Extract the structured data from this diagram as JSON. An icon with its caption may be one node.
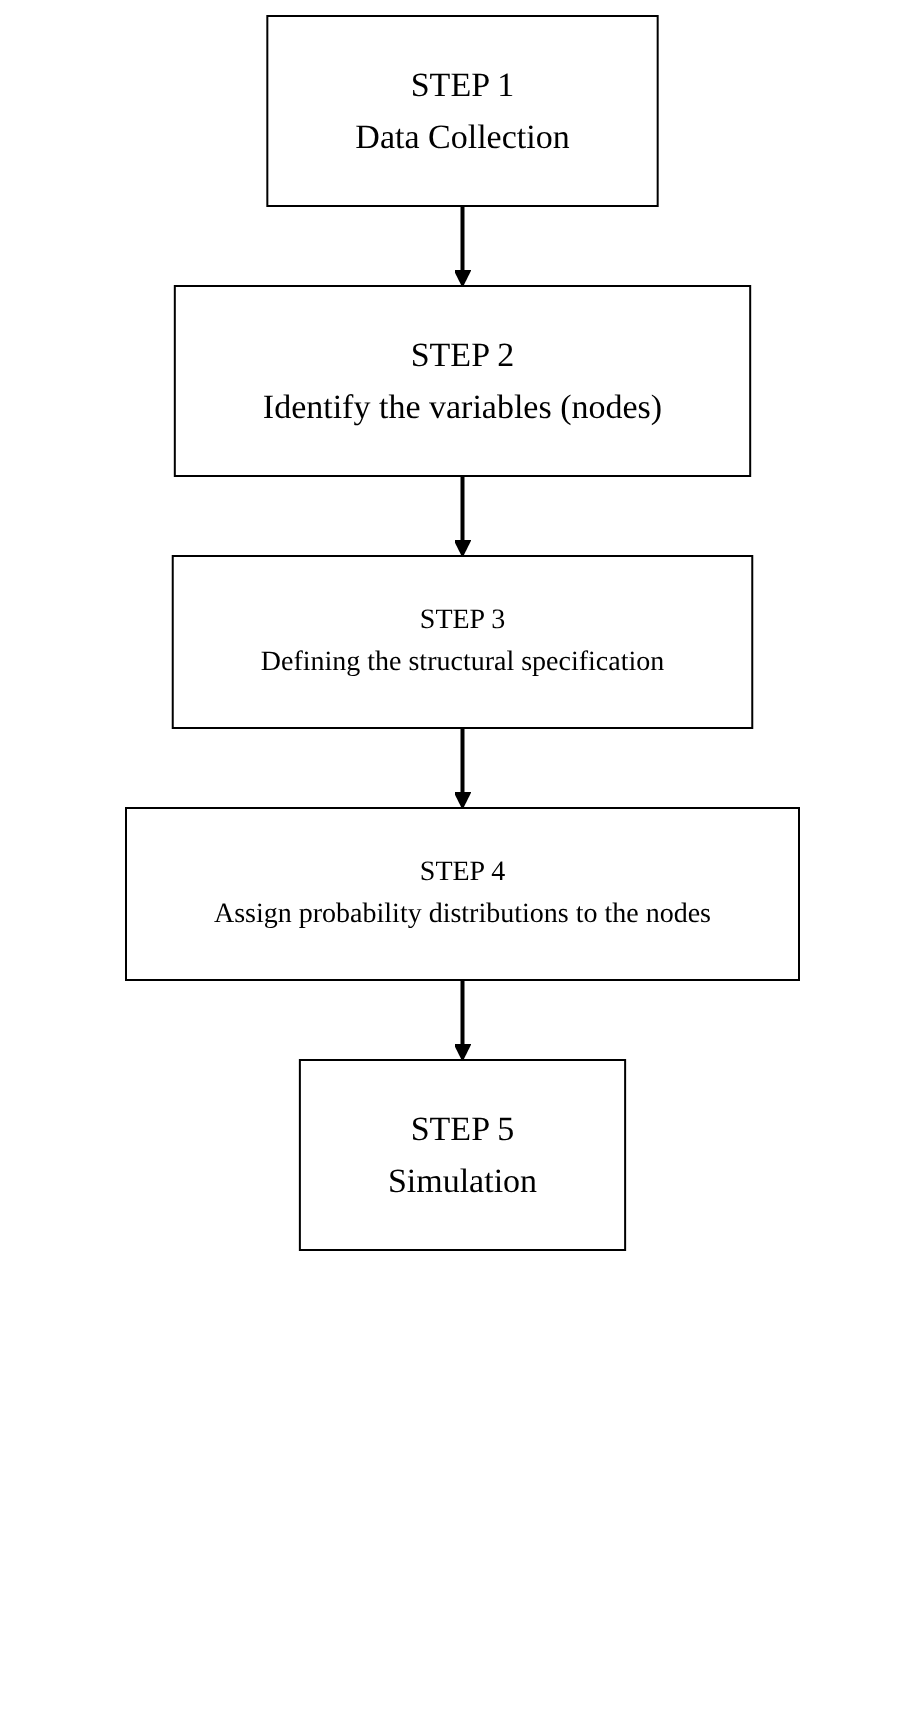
{
  "diagram": {
    "nodes": [
      {
        "text": [
          "STEP 1",
          "Data Collection"
        ]
      },
      {
        "text": [
          "STEP 2",
          "Identify the variables (nodes)"
        ]
      },
      {
        "text": [
          "STEP 3",
          "Defining the structural specification"
        ]
      },
      {
        "text": [
          "STEP 4",
          "Assign probability distributions to the nodes"
        ]
      },
      {
        "text": [
          "STEP 5",
          "Simulation"
        ]
      }
    ],
    "edges": [
      {
        "from": 0,
        "to": 1,
        "arrow": "to"
      },
      {
        "from": 1,
        "to": 2,
        "arrow": "to"
      },
      {
        "from": 2,
        "to": 3,
        "arrow": "to"
      },
      {
        "from": 3,
        "to": 4,
        "arrow": "to"
      }
    ]
  }
}
